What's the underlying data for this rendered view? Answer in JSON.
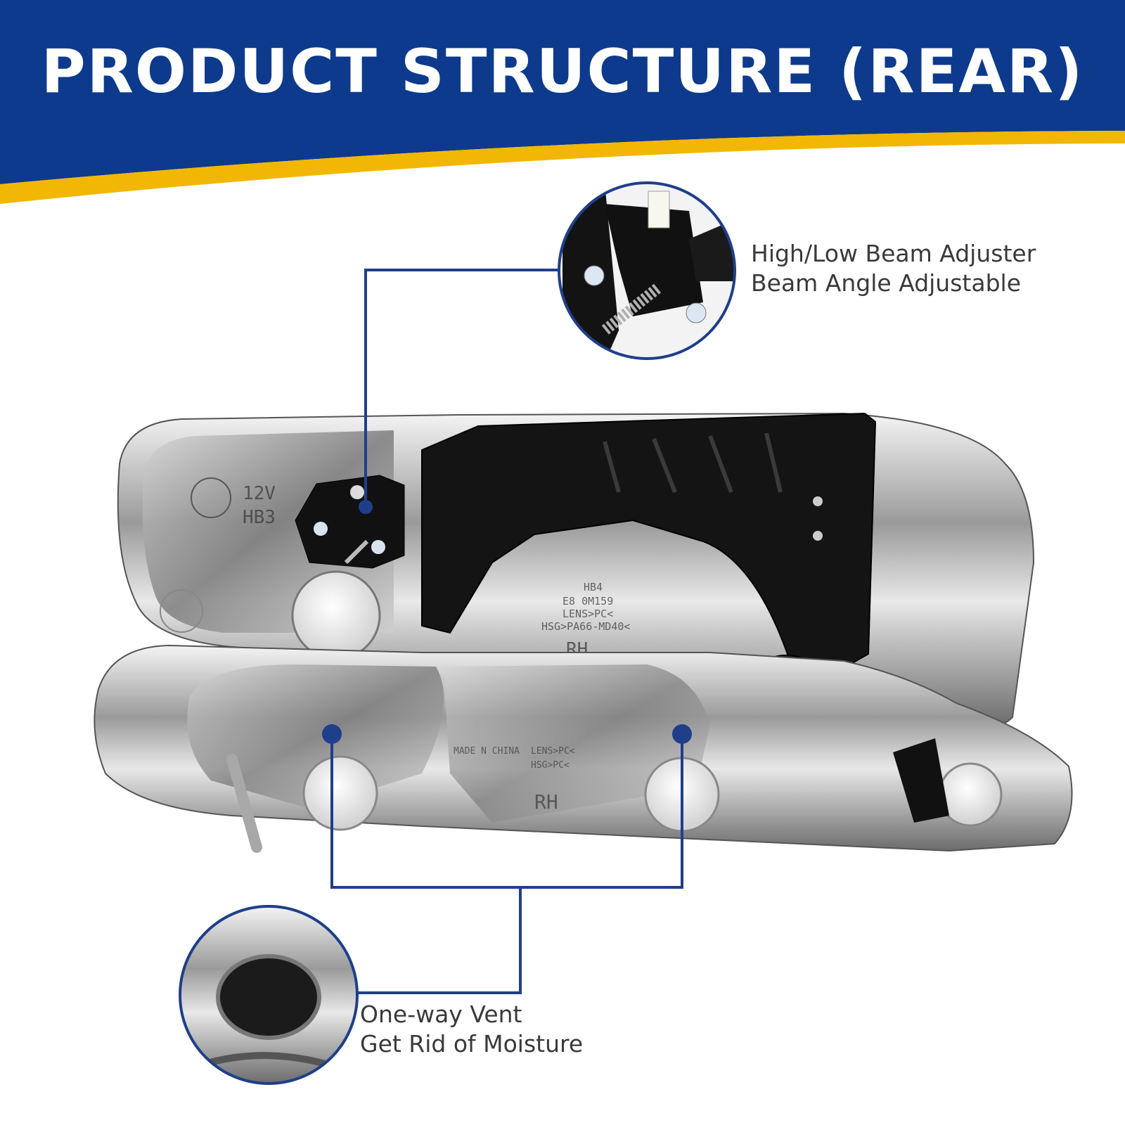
{
  "header": {
    "title": "PRODUCT STRUCTURE (REAR)",
    "colors": {
      "banner": "#0d3a8c",
      "stripe": "#f2b705"
    }
  },
  "callouts": {
    "adjuster": {
      "line1": "High/Low Beam Adjuster",
      "line2": "Beam Angle Adjustable"
    },
    "vent": {
      "line1": "One-way Vent",
      "line2": "Get Rid of Moisture"
    }
  },
  "embossed_markings": {
    "upper_left": [
      "12V",
      "HB3"
    ],
    "upper_right": [
      "HB4",
      "E8 0M159",
      "LENS>PC<",
      "HSG>PA66-MD40<",
      "RH"
    ],
    "lower_middle": [
      "MADE N CHINA",
      "LENS>PC<",
      "HSG>PC<",
      "RH"
    ]
  },
  "icons": [
    "beam-adjuster-zoom-icon",
    "vent-zoom-icon"
  ]
}
